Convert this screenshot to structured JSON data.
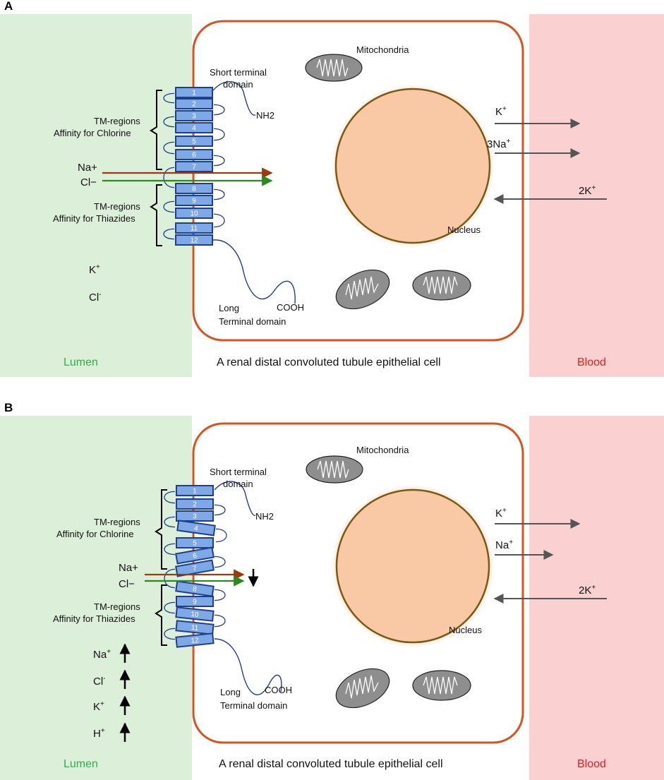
{
  "colors": {
    "lumen_bg": "#dcefd8",
    "blood_bg": "#fbd0d0",
    "cell_border": "#d9531e",
    "nucleus_fill": "#f9c9a6",
    "nucleus_border": "#7a5a12",
    "segment_fill": "#7ea8e6",
    "segment_border": "#1f3f8a",
    "na_arrow": "#9a3a0e",
    "cl_arrow": "#2b8a1e",
    "lumen_text": "#2bb24c",
    "blood_text": "#e02020",
    "pump_arrow": "#555555"
  },
  "icons": {
    "mitochondria": "mitochondria-icon",
    "nucleus": "nucleus-icon",
    "transporter": "ncc-transporter-icon",
    "up_arrow": "up-arrow-icon",
    "down_arrow": "down-arrow-icon"
  },
  "panels": [
    {
      "letter": "A",
      "mitochondria": "Mitochondria",
      "short_domain": [
        "Short terminal",
        "domain"
      ],
      "nh2": "NH2",
      "tm_chlorine": [
        "TM-regions",
        "Affinity for Chlorine"
      ],
      "tm_thiazides": [
        "TM-regions",
        "Affinity for Thiazides"
      ],
      "na": "Na+",
      "cl": "Cl−",
      "segments": [
        "1",
        "2",
        "3",
        "4",
        "5",
        "6",
        "7",
        "8",
        "9",
        "10",
        "11",
        "12"
      ],
      "cooh": "COOH",
      "long_domain": [
        "Long",
        "Terminal domain"
      ],
      "nucleus": "Nucleus",
      "lumen_ions": [
        {
          "base": "K",
          "sup": "+"
        },
        {
          "base": "Cl",
          "sup": "-"
        }
      ],
      "right_ions": [
        {
          "base": "K",
          "sup": "+"
        },
        {
          "base": "3Na",
          "sup": "+"
        },
        {
          "base": "2K",
          "sup": "+"
        }
      ],
      "lumen": "Lumen",
      "cell": "A renal distal convoluted tubule epithelial cell",
      "blood": "Blood"
    },
    {
      "letter": "B",
      "mitochondria": "Mitochondria",
      "short_domain": [
        "Short terminal",
        "domain"
      ],
      "nh2": "NH2",
      "tm_chlorine": [
        "TM-regions",
        "Affinity for Chlorine"
      ],
      "tm_thiazides": [
        "TM-regions",
        "Affinity for Thiazides"
      ],
      "na": "Na+",
      "cl": "Cl−",
      "segments": [
        "1",
        "2",
        "3",
        "4",
        "5",
        "6",
        "7",
        "8",
        "9",
        "10",
        "11",
        "12"
      ],
      "cooh": "COOH",
      "long_domain": [
        "Long",
        "Terminal domain"
      ],
      "nucleus": "Nucleus",
      "lumen_ions": [
        {
          "base": "Na",
          "sup": "+"
        },
        {
          "base": "Cl",
          "sup": "-"
        },
        {
          "base": "K",
          "sup": "+"
        },
        {
          "base": "H",
          "sup": "+"
        }
      ],
      "right_ions": [
        {
          "base": "K",
          "sup": "+"
        },
        {
          "base": "Na",
          "sup": "+"
        },
        {
          "base": "2K",
          "sup": "+"
        }
      ],
      "lumen": "Lumen",
      "cell": "A renal distal convoluted tubule epithelial cell",
      "blood": "Blood"
    }
  ]
}
